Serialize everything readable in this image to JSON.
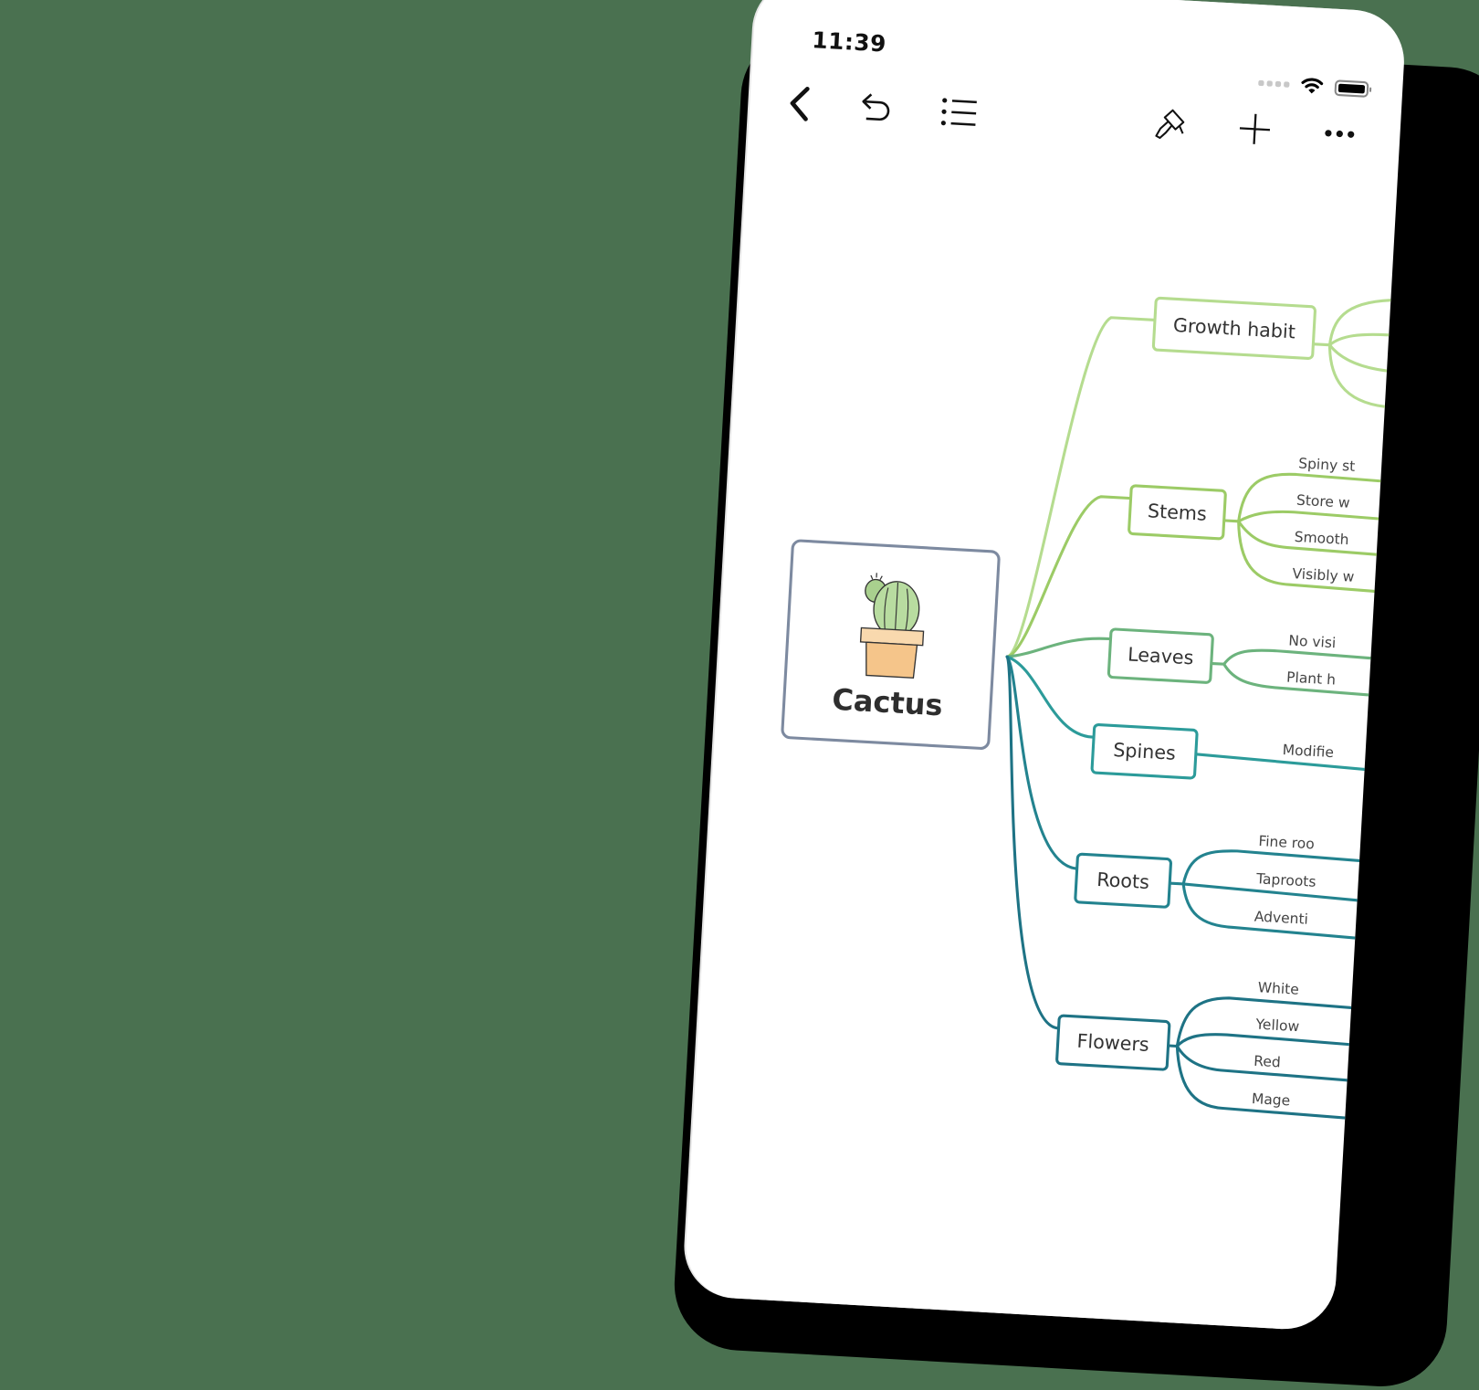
{
  "status_bar": {
    "time": "11:39",
    "icons": [
      "signal-dots-icon",
      "wifi-icon",
      "battery-icon"
    ]
  },
  "toolbar": {
    "back": "chevron-left-icon",
    "undo": "undo-icon",
    "outline": "list-icon",
    "style": "paint-brush-icon",
    "add": "plus-icon",
    "more": "ellipsis-icon"
  },
  "mindmap": {
    "central": {
      "label": "Cactus",
      "image": "cactus-illustration",
      "border_color": "#7d8aa0"
    },
    "branches": [
      {
        "label": "Growth habit",
        "color": "#b5dc8f",
        "children": [
          "",
          "",
          "",
          ""
        ]
      },
      {
        "label": "Stems",
        "color": "#9ccb66",
        "children": [
          "Spiny st",
          "Store w",
          "Smooth",
          "Visibly w"
        ]
      },
      {
        "label": "Leaves",
        "color": "#6cb37d",
        "children": [
          "No visi",
          "Plant h"
        ]
      },
      {
        "label": "Spines",
        "color": "#2c9b9a",
        "children": [
          "Modifie"
        ]
      },
      {
        "label": "Roots",
        "color": "#23838f",
        "children": [
          "Fine roo",
          "Taproots",
          "Adventi"
        ]
      },
      {
        "label": "Flowers",
        "color": "#1e7385",
        "children": [
          "White",
          "Yellow",
          "Red",
          "Mage"
        ]
      }
    ]
  },
  "colors": {
    "background": "#4a7150",
    "screen": "#ffffff",
    "shadow": "#000000",
    "text": "#333333"
  }
}
